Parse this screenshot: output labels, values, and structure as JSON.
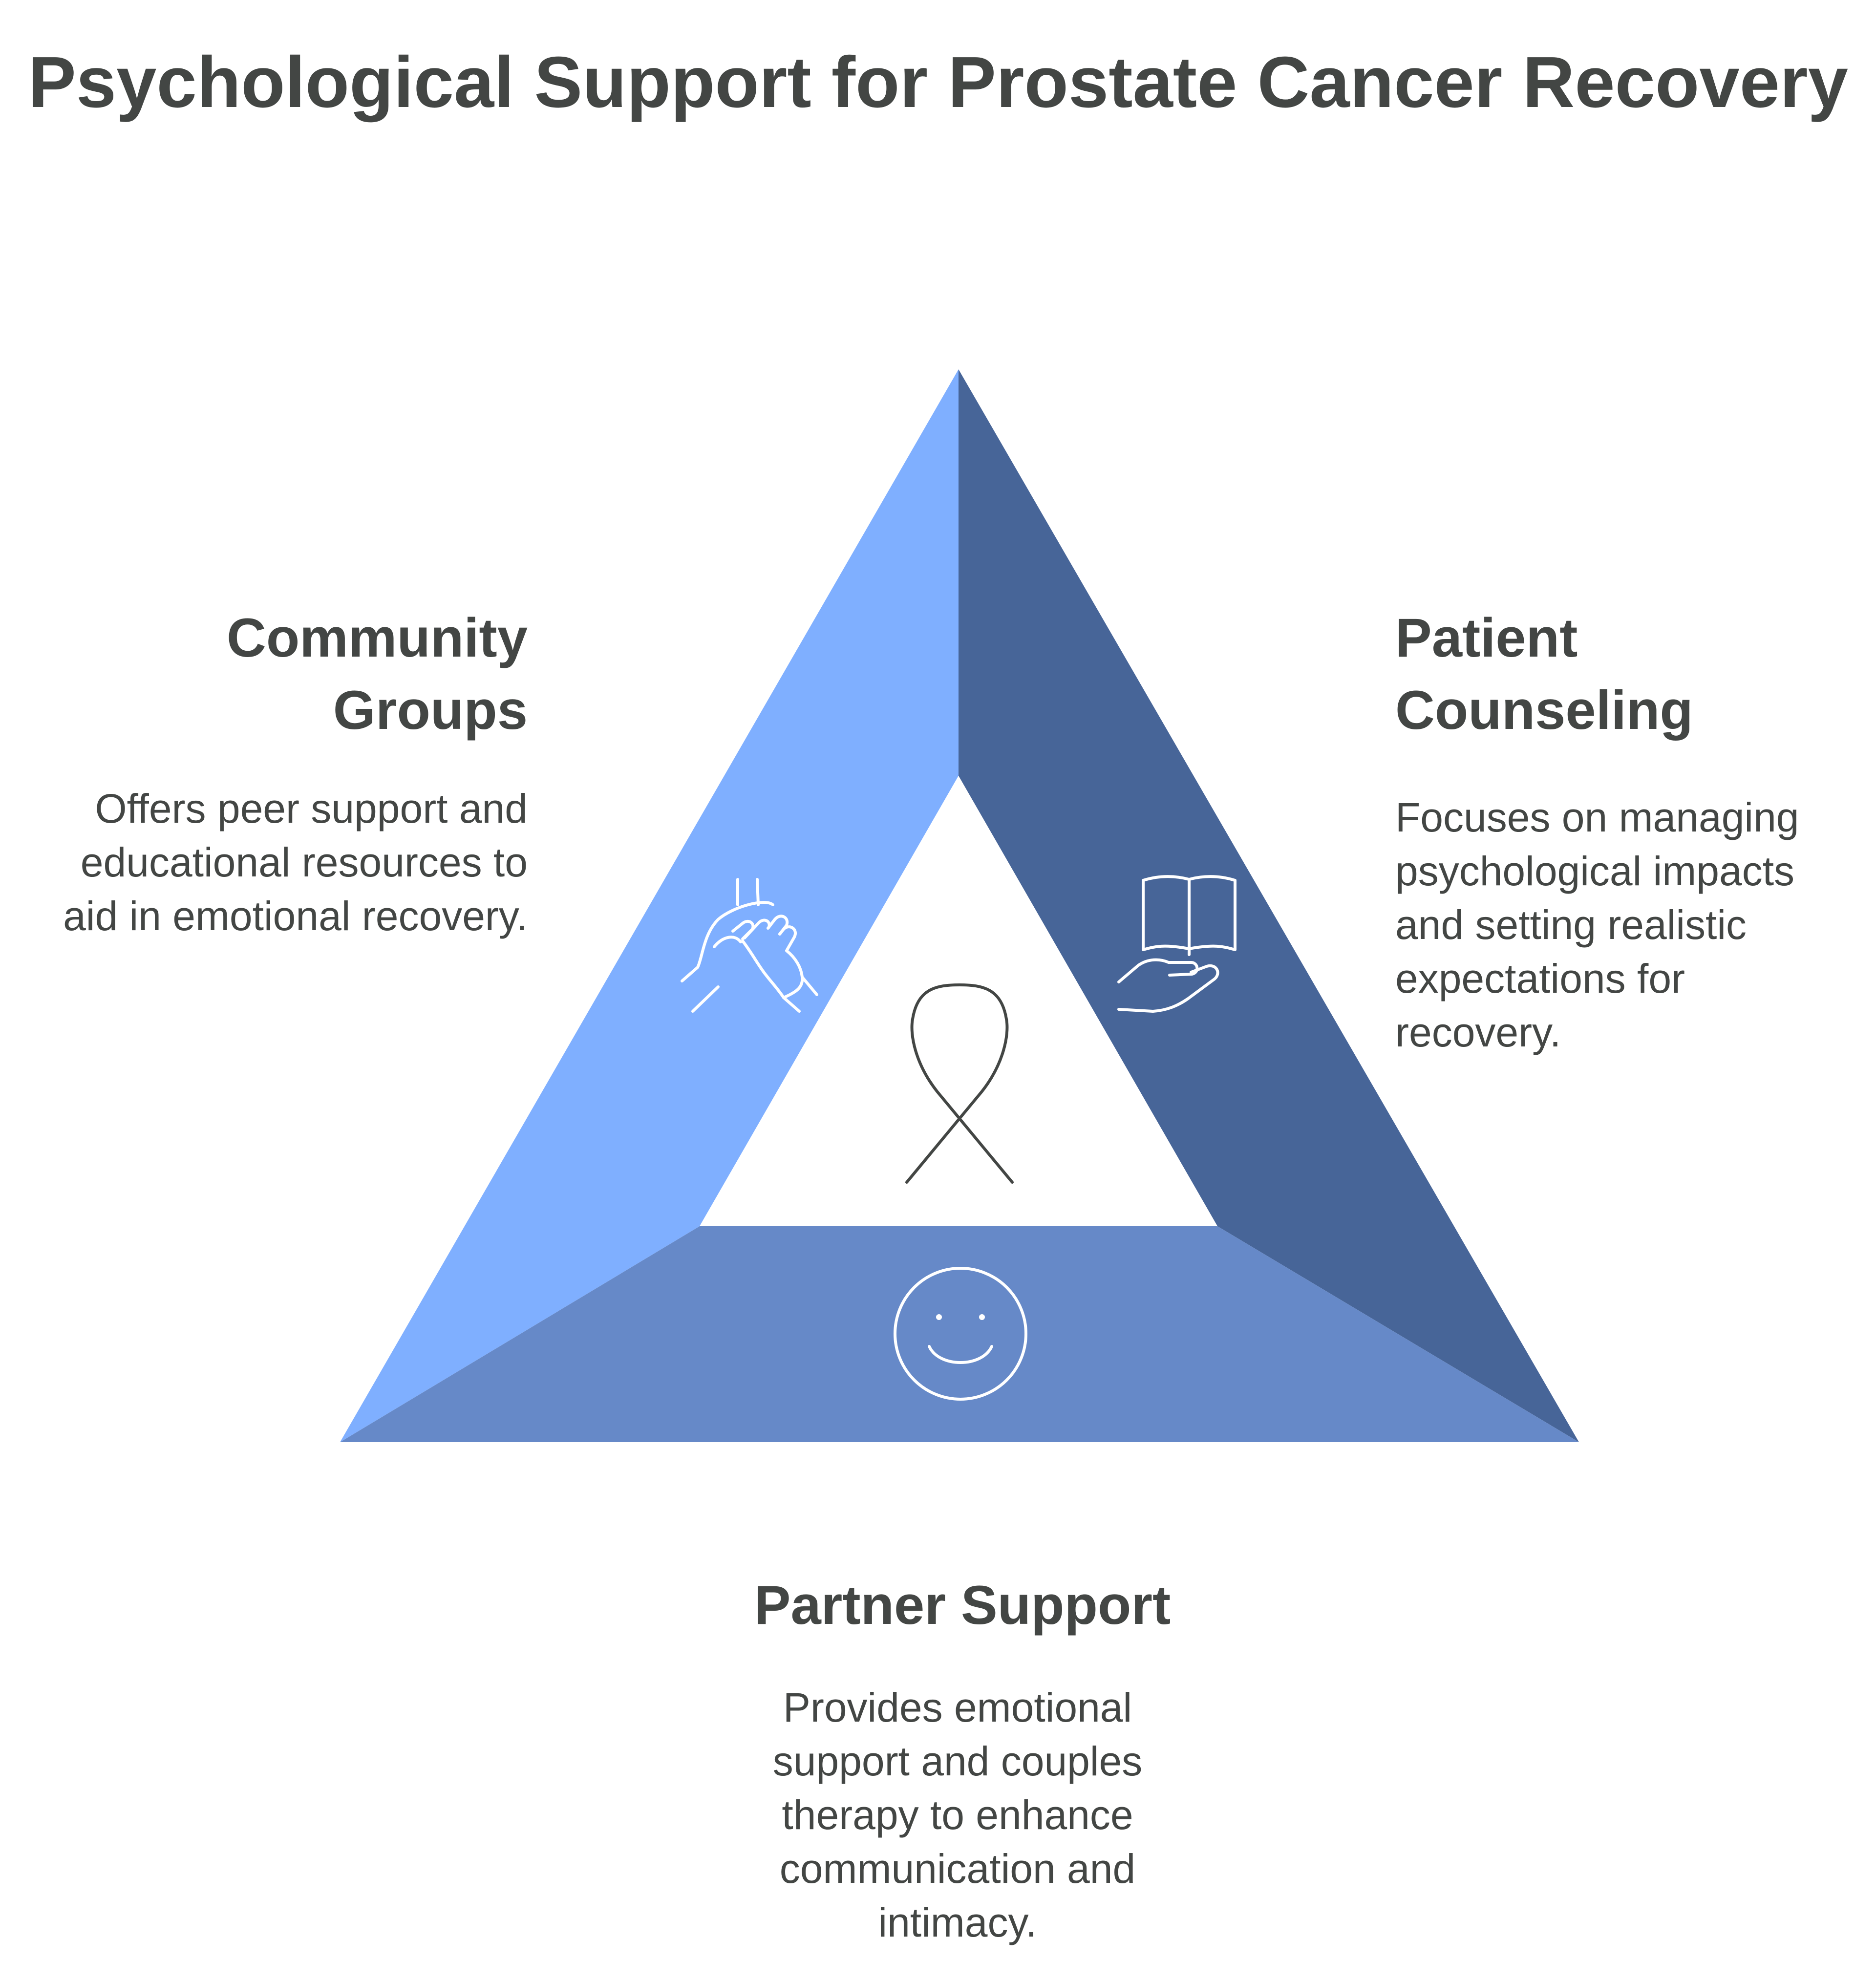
{
  "title": "Psychological Support for Prostate Cancer Recovery",
  "colors": {
    "left_panel": "#7fafff",
    "right_panel": "#476598",
    "bottom_panel": "#6689c8",
    "center": "#ffffff",
    "text": "#434644",
    "icon_light": "#ffffff",
    "icon_dark": "#434644"
  },
  "center_icon": "awareness-ribbon-icon",
  "sections": {
    "community": {
      "heading": "Community Groups",
      "description": "Offers peer support and educational resources to aid in emotional recovery.",
      "icon": "helping-hands-icon"
    },
    "counseling": {
      "heading": "Patient Counseling",
      "description": "Focuses on managing psychological impacts and setting realistic expectations for recovery.",
      "icon": "book-in-hand-icon"
    },
    "partner": {
      "heading": "Partner Support",
      "description": "Provides emotional support and couples therapy to enhance communication and intimacy.",
      "icon": "smiley-face-icon"
    }
  }
}
